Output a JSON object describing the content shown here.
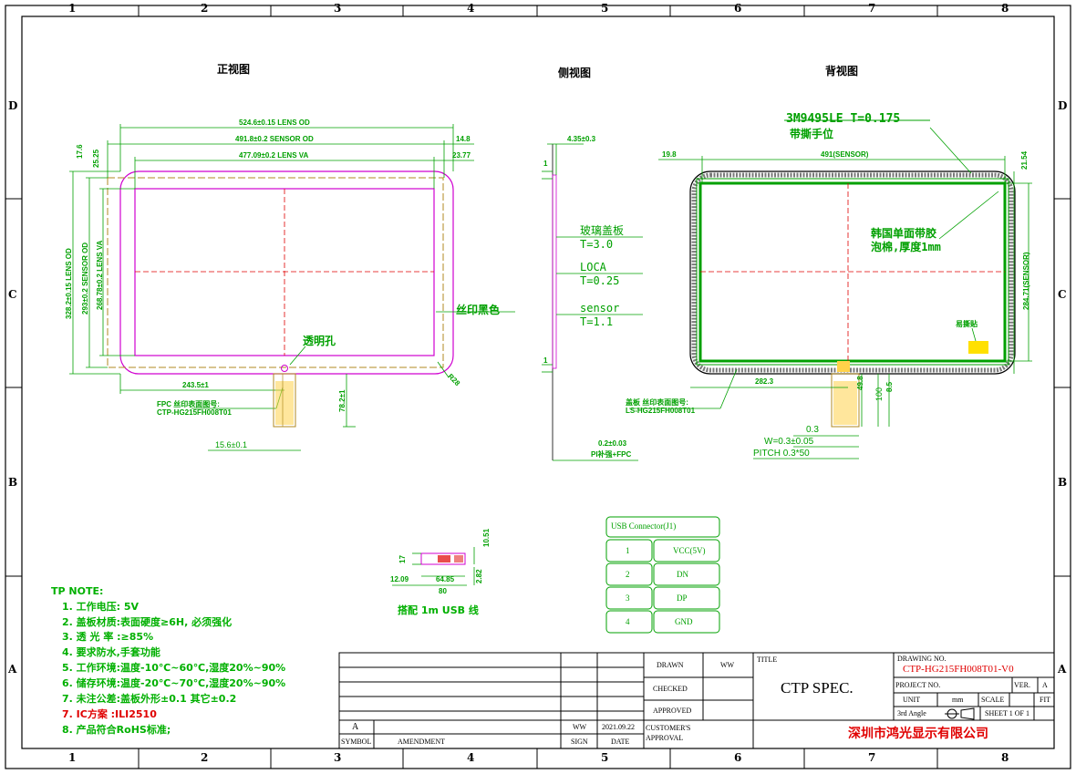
{
  "zones": {
    "cols": [
      "1",
      "2",
      "3",
      "4",
      "5",
      "6",
      "7",
      "8"
    ],
    "rows": [
      "D",
      "C",
      "B",
      "A"
    ]
  },
  "views": {
    "front": "正视图",
    "side": "侧视图",
    "back": "背视图"
  },
  "front": {
    "lens_od_w": "524.6±0.15 LENS OD",
    "sensor_od_w": "491.8±0.2 SENSOR OD",
    "lens_va_w": "477.09±0.2 LENS VA",
    "right_a": "14.8",
    "right_b": "23.77",
    "top_a": "17.6",
    "top_b": "25.25",
    "lens_od_h": "328.2±0.15 LENS OD",
    "sensor_od_h": "293±0.2 SENSOR OD",
    "lens_va_h": "268.78±0.2 LENS VA",
    "print_color": "丝印黑色",
    "hole": "透明孔",
    "radius": "R28",
    "fpc_pos": "243.5±1",
    "fpc_len": "78.2±1",
    "fpc_w": "15.6±0.1",
    "fpc_label1": "FPC 丝印表面图号:",
    "fpc_label2": "CTP-HG215FH008T01"
  },
  "side": {
    "thickness": "4.35±0.3",
    "left_a": "1",
    "left_b": "1",
    "layer1a": "玻璃盖板",
    "layer1b": "T=3.0",
    "layer2a": "LOCA",
    "layer2b": "T=0.25",
    "layer3a": "sensor",
    "layer3b": "T=1.1",
    "bottom_a": "0.2±0.03",
    "bottom_b": "PI补强+FPC"
  },
  "back": {
    "tape1": "3M9495LE T=0.175",
    "tape2": "带撕手位",
    "sensor_w": "491(SENSOR)",
    "left_off": "19.8",
    "right_off": "21.54",
    "sensor_h": "284.71(SENSOR)",
    "foam1": "韩国单面带胶",
    "foam2": "泡棉,厚度1mm",
    "label": "易撕贴",
    "fpc_pos": "282.3",
    "dim_a": "49.8",
    "dim_b": "100",
    "dim_c": "8.5",
    "pin_w": "0.3",
    "w_spec": "W=0.3±0.05",
    "pitch": "PITCH 0.3*50",
    "flex_label1": "盖板 丝印表面图号:",
    "flex_label2": "LS-HG215FH008T01"
  },
  "usb_cable": {
    "d1": "17",
    "d2": "10.51",
    "d3": "12.09",
    "d4": "64.85",
    "d5": "80",
    "d6": "2.82",
    "caption": "搭配 1m USB 线"
  },
  "usb_table": {
    "title": "USB Connector(J1)",
    "rows": [
      {
        "pin": "1",
        "sig": "VCC(5V)"
      },
      {
        "pin": "2",
        "sig": "DN"
      },
      {
        "pin": "3",
        "sig": "DP"
      },
      {
        "pin": "4",
        "sig": "GND"
      }
    ]
  },
  "notes": {
    "title": "TP NOTE:",
    "items": [
      "1. 工作电压: 5V",
      "2. 盖板材质:表面硬度≥6H, 必须强化",
      "3. 透 光 率 :≥85%",
      "4. 要求防水,手套功能",
      "5. 工作环境:温度-10℃~60℃,湿度20%~90%",
      "6. 储存环境:温度-20℃~70℃,湿度20%~90%",
      "7. 未注公差:盖板外形±0.1  其它±0.2",
      "8. 产品符合RoHS标准;"
    ],
    "ic_label": "7. IC方案    :ILI2510",
    "ic_note": "7. IC方案    :ILI2510"
  },
  "title_block": {
    "symbol_mark": "A",
    "symbol": "SYMBOL",
    "amendment": "AMENDMENT",
    "sign": "SIGN",
    "date": "DATE",
    "sign_val": "WW",
    "date_val": "2021.09.22",
    "drawn": "DRAWN",
    "drawn_by": "WW",
    "checked": "CHECKED",
    "approved": "APPROVED",
    "customer": "CUSTOMER'S",
    "approval": "APPROVAL",
    "title_label": "TITLE",
    "title": "CTP SPEC.",
    "drawing_no_label": "DRAWING NO.",
    "drawing_no": "CTP-HG215FH008T01-V0",
    "project_no": "PROJECT NO.",
    "ver": "VER.",
    "ver_val": "A",
    "unit": "UNIT",
    "unit_val": "mm",
    "scale": "SCALE",
    "scale_val": "FIT",
    "angle": "3rd Angle",
    "sheet": "SHEET 1 OF 1",
    "company": "深圳市鸿光显示有限公司"
  },
  "colors": {
    "green": "#00a000",
    "magenta": "#d000d0",
    "red": "#e00000",
    "olive": "#b08a20",
    "yellow": "#ffe000"
  }
}
